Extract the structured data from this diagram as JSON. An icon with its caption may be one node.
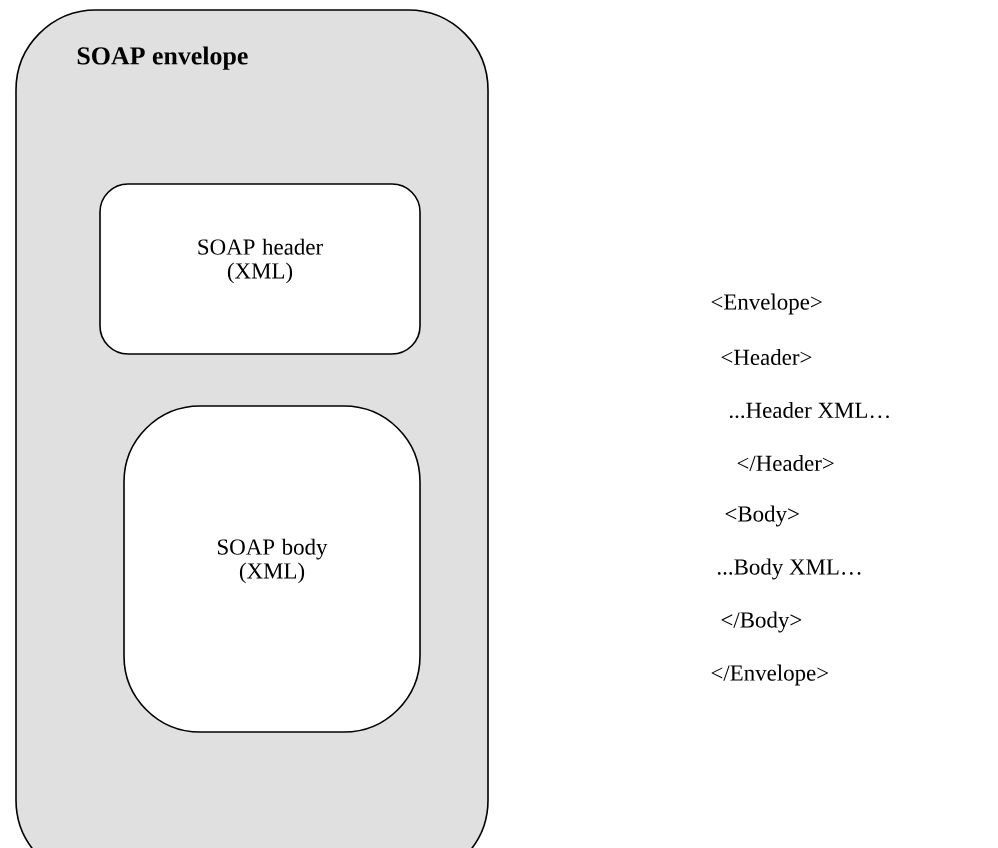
{
  "diagram": {
    "nodes": [
      {
        "text": [
          "SOAP envelope"
        ]
      },
      {
        "text": [
          "SOAP header (XML)"
        ],
        "in": 0
      },
      {
        "text": [
          "SOAP body (XML)"
        ],
        "in": 0
      }
    ],
    "labels": [
      "<Envelope>",
      "<Header>",
      "...Header XML…",
      "</Header>",
      "<Body>",
      "...Body XML…",
      "</Body>",
      "</Envelope>"
    ]
  }
}
